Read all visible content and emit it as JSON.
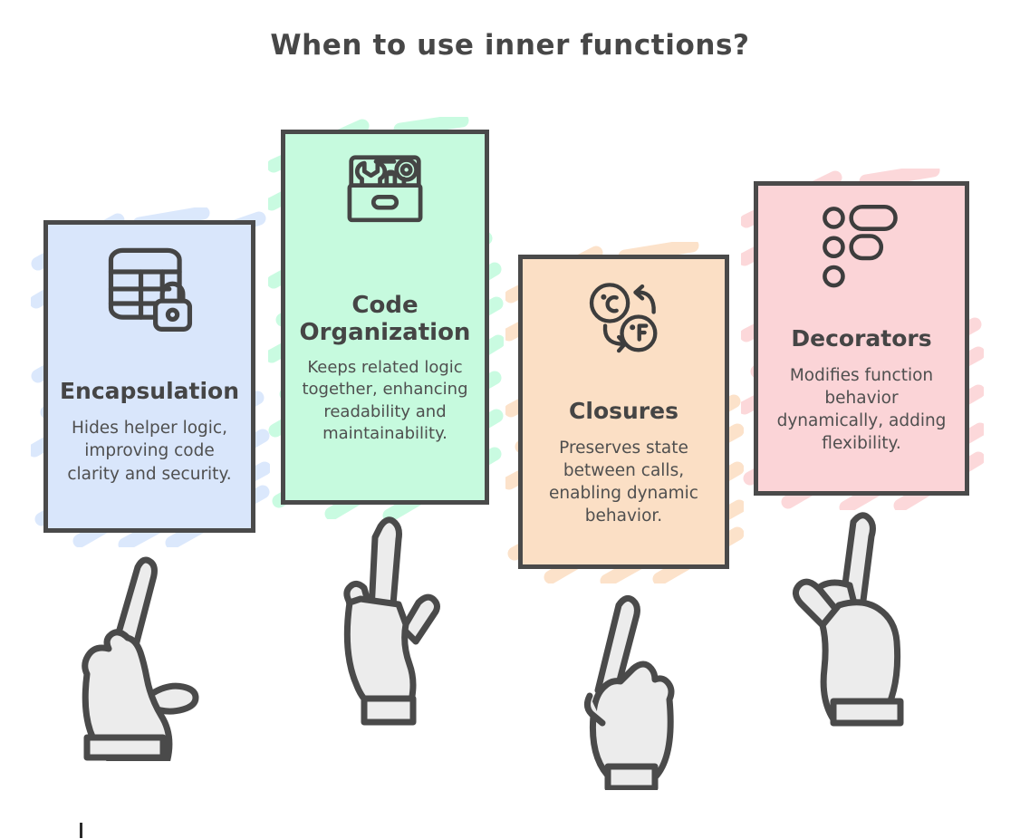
{
  "page": {
    "title": "When to use inner functions?",
    "background_color": "#ffffff",
    "ink_color": "#4a4a4a"
  },
  "cards": [
    {
      "id": "encapsulation",
      "title": "Encapsulation",
      "description": "Hides helper logic, improving code clarity and security.",
      "fill_color": "#d9e6fb",
      "scribble_color": "#dbe8fc",
      "border_color": "#4a4a4a",
      "icon": "database-table-lock-icon"
    },
    {
      "id": "code-organization",
      "title": "Code Organization",
      "description": "Keeps related logic together, enhancing readability and maintainability.",
      "fill_color": "#c6fade",
      "scribble_color": "#c9fbe1",
      "border_color": "#4a4a4a",
      "icon": "toolbox-icon"
    },
    {
      "id": "closures",
      "title": "Closures",
      "description": "Preserves state between calls, enabling dynamic behavior.",
      "fill_color": "#fbdfc5",
      "scribble_color": "#fce2ca",
      "border_color": "#4a4a4a",
      "icon": "celsius-fahrenheit-convert-icon"
    },
    {
      "id": "decorators",
      "title": "Decorators",
      "description": "Modifies function behavior dynamically, adding flexibility.",
      "fill_color": "#fbd4d7",
      "scribble_color": "#fcd8da",
      "border_color": "#4a4a4a",
      "icon": "toggle-settings-icon"
    }
  ],
  "hands": [
    {
      "id": "hand-1",
      "pose": "pointing-up-right-hand-icon",
      "fill_color": "#ececec",
      "outline_color": "#4a4a4a"
    },
    {
      "id": "hand-2",
      "pose": "pointing-up-hand-icon",
      "fill_color": "#ececec",
      "outline_color": "#4a4a4a"
    },
    {
      "id": "hand-3",
      "pose": "index-finger-up-fist-hand-icon",
      "fill_color": "#ececec",
      "outline_color": "#4a4a4a"
    },
    {
      "id": "hand-4",
      "pose": "pointing-up-thumb-out-hand-icon",
      "fill_color": "#ececec",
      "outline_color": "#4a4a4a"
    }
  ]
}
